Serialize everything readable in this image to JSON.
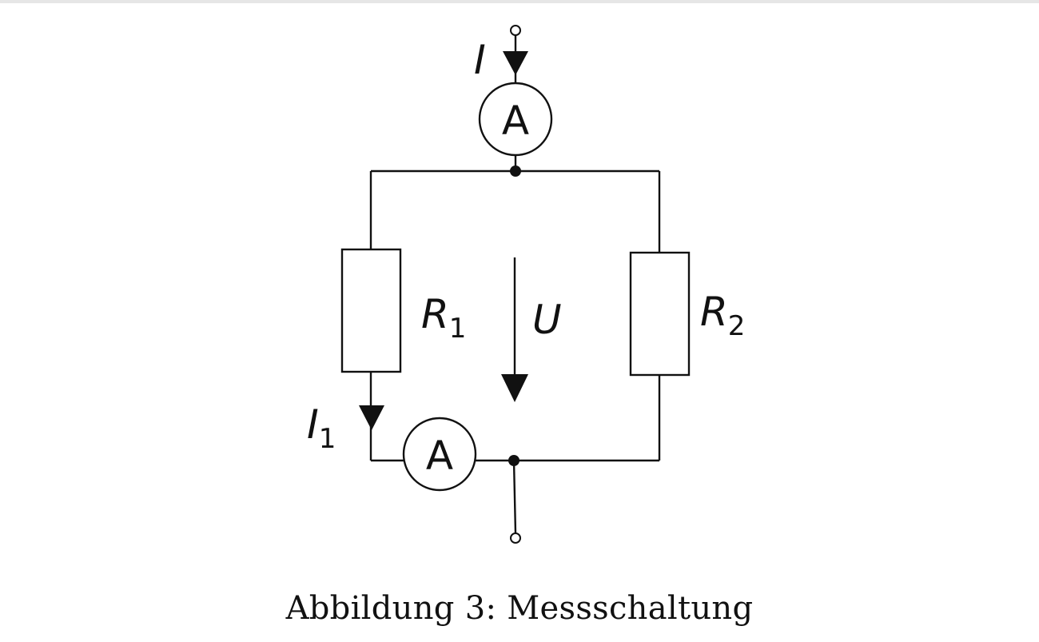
{
  "figure": {
    "caption": "Abbildung 3: Messschaltung"
  },
  "circuit": {
    "ammeter_top": {
      "label": "A"
    },
    "ammeter_bottom": {
      "label": "A"
    },
    "current_total": {
      "symbol": "I",
      "subscript": ""
    },
    "current_branch": {
      "symbol": "I",
      "subscript": "1"
    },
    "voltage": {
      "symbol": "U"
    },
    "resistor_1": {
      "symbol": "R",
      "subscript": "1"
    },
    "resistor_2": {
      "symbol": "R",
      "subscript": "2"
    }
  }
}
